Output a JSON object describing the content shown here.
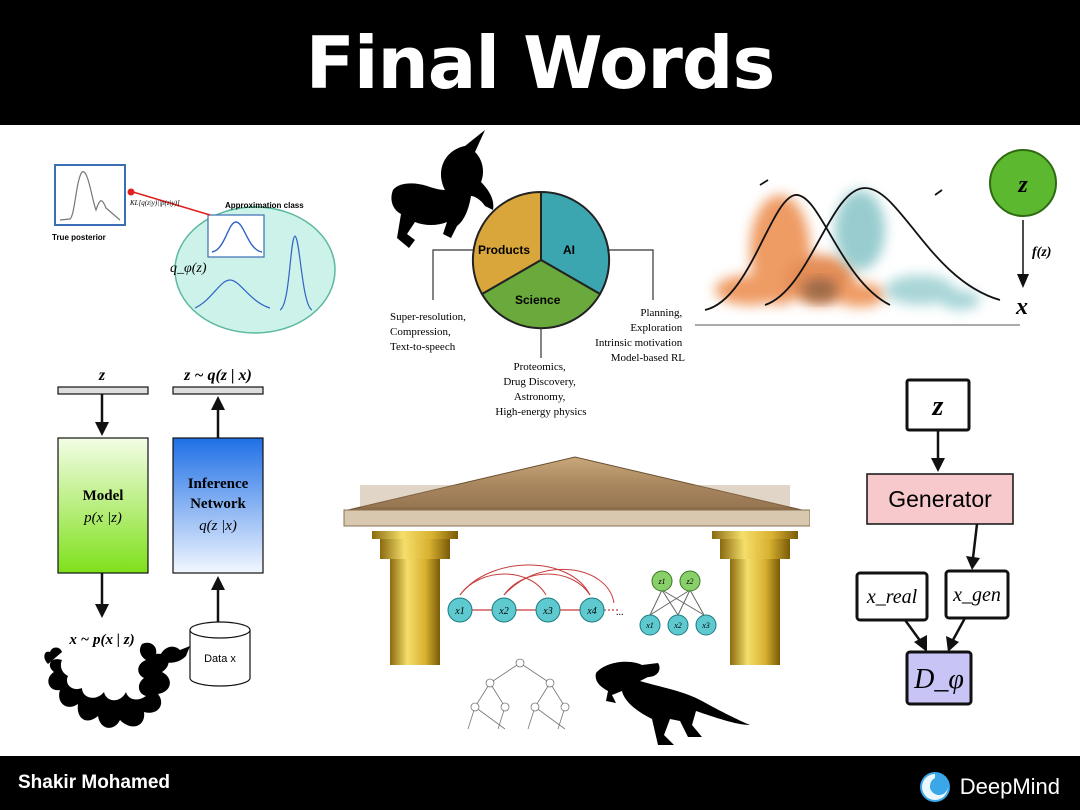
{
  "slide": {
    "title": "Final Words",
    "author": "Shakir Mohamed",
    "brand": "DeepMind"
  },
  "posterior_panel": {
    "true_posterior_label": "True posterior",
    "kl_label": "KL[q(z|y)||p(z|y)]",
    "approx_class_label": "Approximation class",
    "q_label": "q_φ(z)"
  },
  "pie_panel": {
    "segments": [
      "Products",
      "AI",
      "Science"
    ],
    "left_apps": [
      "Super-resolution,",
      "Compression,",
      "Text-to-speech"
    ],
    "right_apps": [
      "Planning,",
      "Exploration",
      "Intrinsic motivation",
      "Model-based RL"
    ],
    "bottom_apps": [
      "Proteomics,",
      "Drug Discovery,",
      "Astronomy,",
      "High-energy physics"
    ]
  },
  "flow_panel": {
    "z_label": "z",
    "f_label": "f(z)",
    "x_label": "x"
  },
  "vae_panel": {
    "z_top": "z",
    "posterior_top": "z ~ q(z | x)",
    "model_title": "Model",
    "model_eq": "p(x |z)",
    "inference_title_1": "Inference",
    "inference_title_2": "Network",
    "inference_eq": "q(z |x)",
    "sample_eq": "x ~ p(x | z)",
    "data_label": "Data x"
  },
  "graph_panel": {
    "chain_nodes": [
      "x1",
      "x2",
      "x3",
      "x4"
    ],
    "ellipsis": "...",
    "latent_nodes": [
      "z1",
      "z2"
    ],
    "observed_nodes": [
      "x1",
      "x2",
      "x3"
    ]
  },
  "gan_panel": {
    "z_label": "z",
    "generator_label": "Generator",
    "x_real_label": "x_real",
    "x_gen_label": "x_gen",
    "discriminator_label": "D_φ"
  }
}
